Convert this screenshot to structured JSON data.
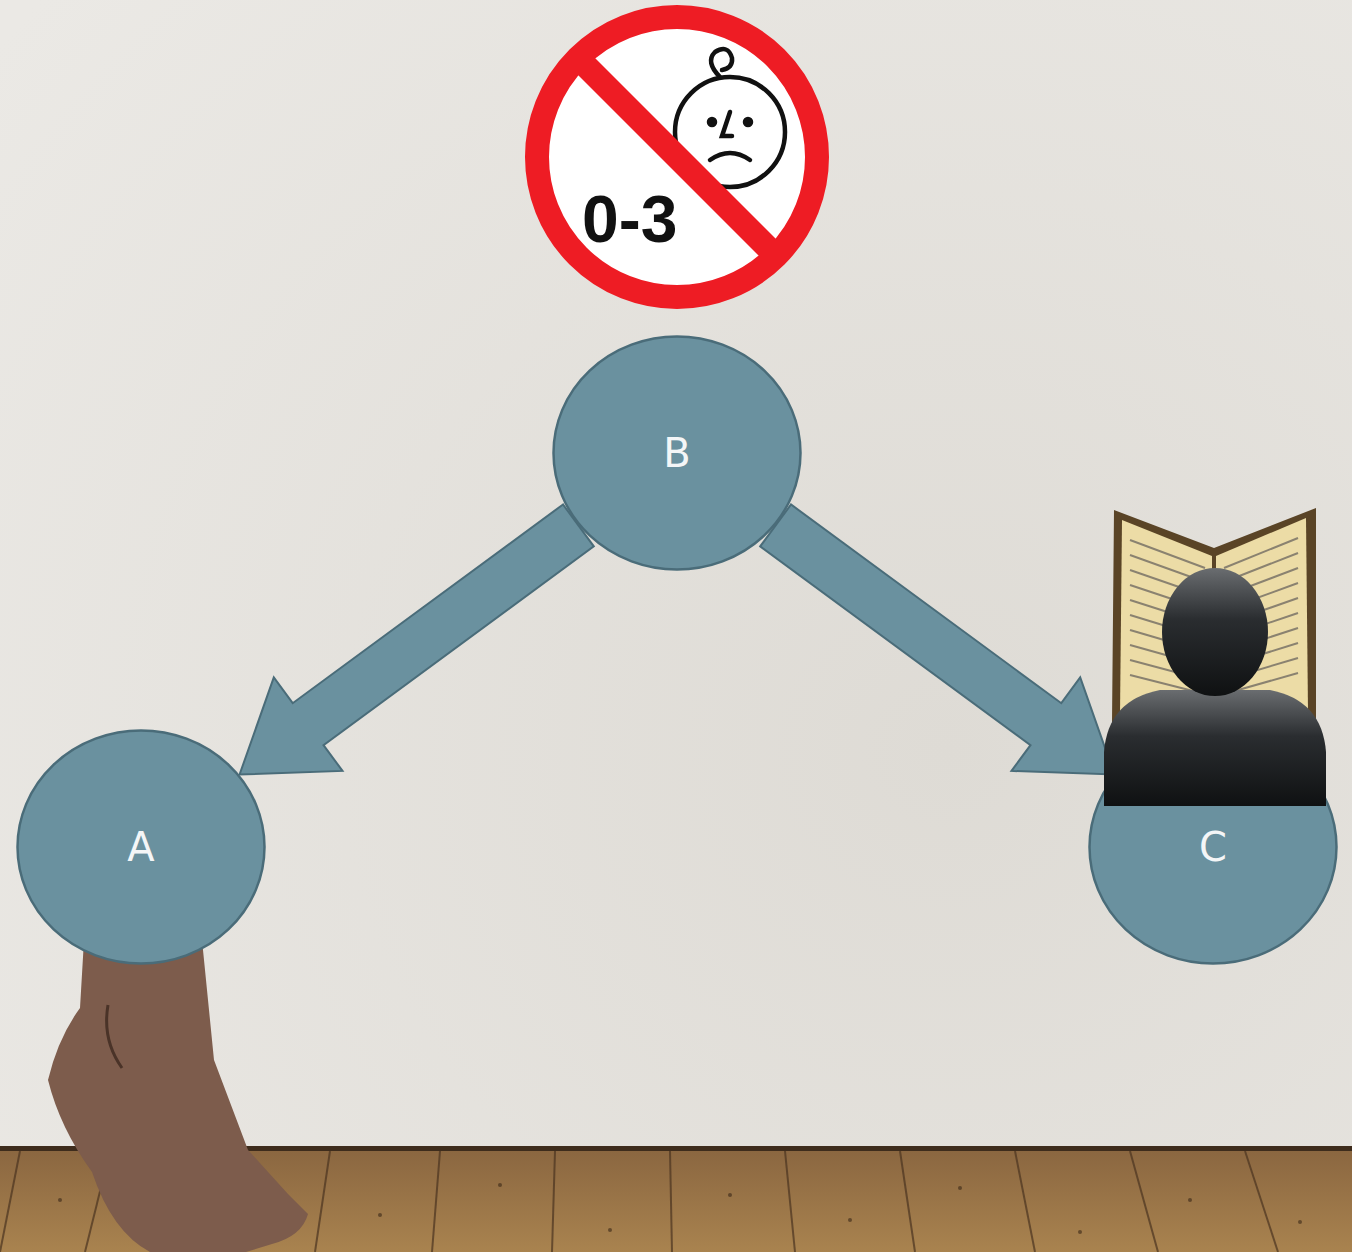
{
  "diagram": {
    "nodes": [
      {
        "text": [
          "B"
        ]
      },
      {
        "text": [
          "A"
        ]
      },
      {
        "text": [
          "C"
        ]
      }
    ],
    "edges": [
      {
        "from": 0,
        "to": 1,
        "arrow": "to"
      },
      {
        "from": 0,
        "to": 2,
        "arrow": "to"
      }
    ],
    "labels": [
      "0-3"
    ]
  }
}
